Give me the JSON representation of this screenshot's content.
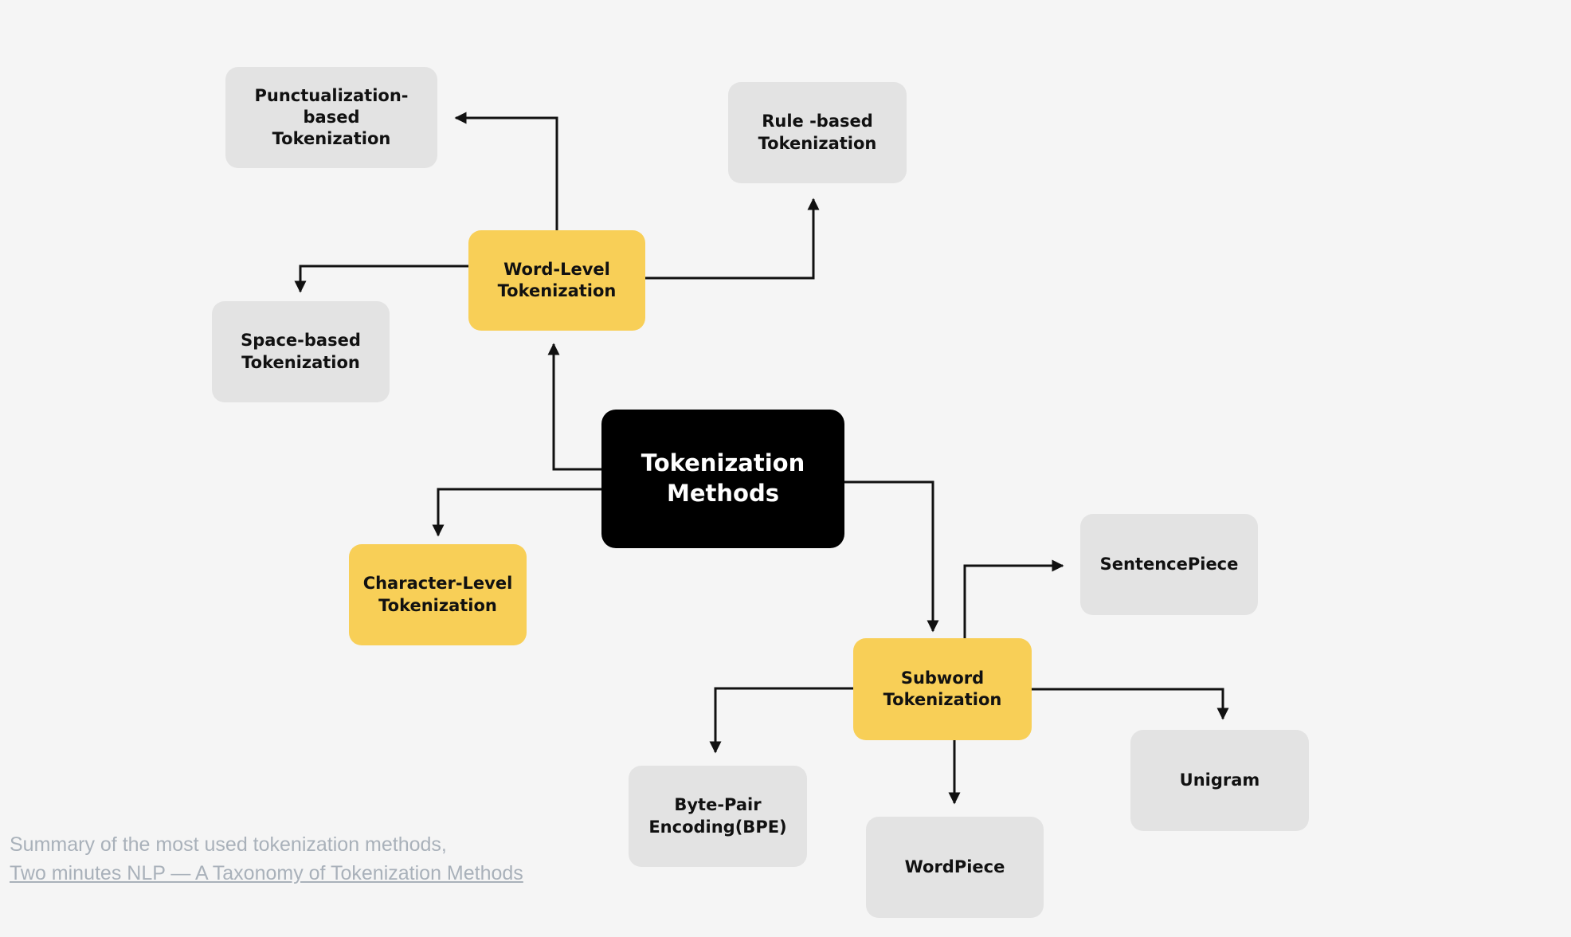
{
  "diagram": {
    "root": "Tokenization\nMethods",
    "word_level": "Word-Level\nTokenization",
    "character_level": "Character-Level\nTokenization",
    "subword": "Subword\nTokenization",
    "punctuation_based": "Punctualization-based\nTokenization",
    "rule_based": "Rule -based\nTokenization",
    "space_based": "Space-based\nTokenization",
    "sentencepiece": "SentencePiece",
    "unigram": "Unigram",
    "bpe": "Byte-Pair\nEncoding(BPE)",
    "wordpiece": "WordPiece"
  },
  "caption": {
    "line1": "Summary of the most used tokenization methods,",
    "link": "Two minutes NLP — A Taxonomy of Tokenization Methods"
  },
  "colors": {
    "background": "#f5f5f5",
    "leaf": "#e3e3e3",
    "category": "#f8cf57",
    "root": "#000000",
    "caption": "#a9b1ba"
  }
}
